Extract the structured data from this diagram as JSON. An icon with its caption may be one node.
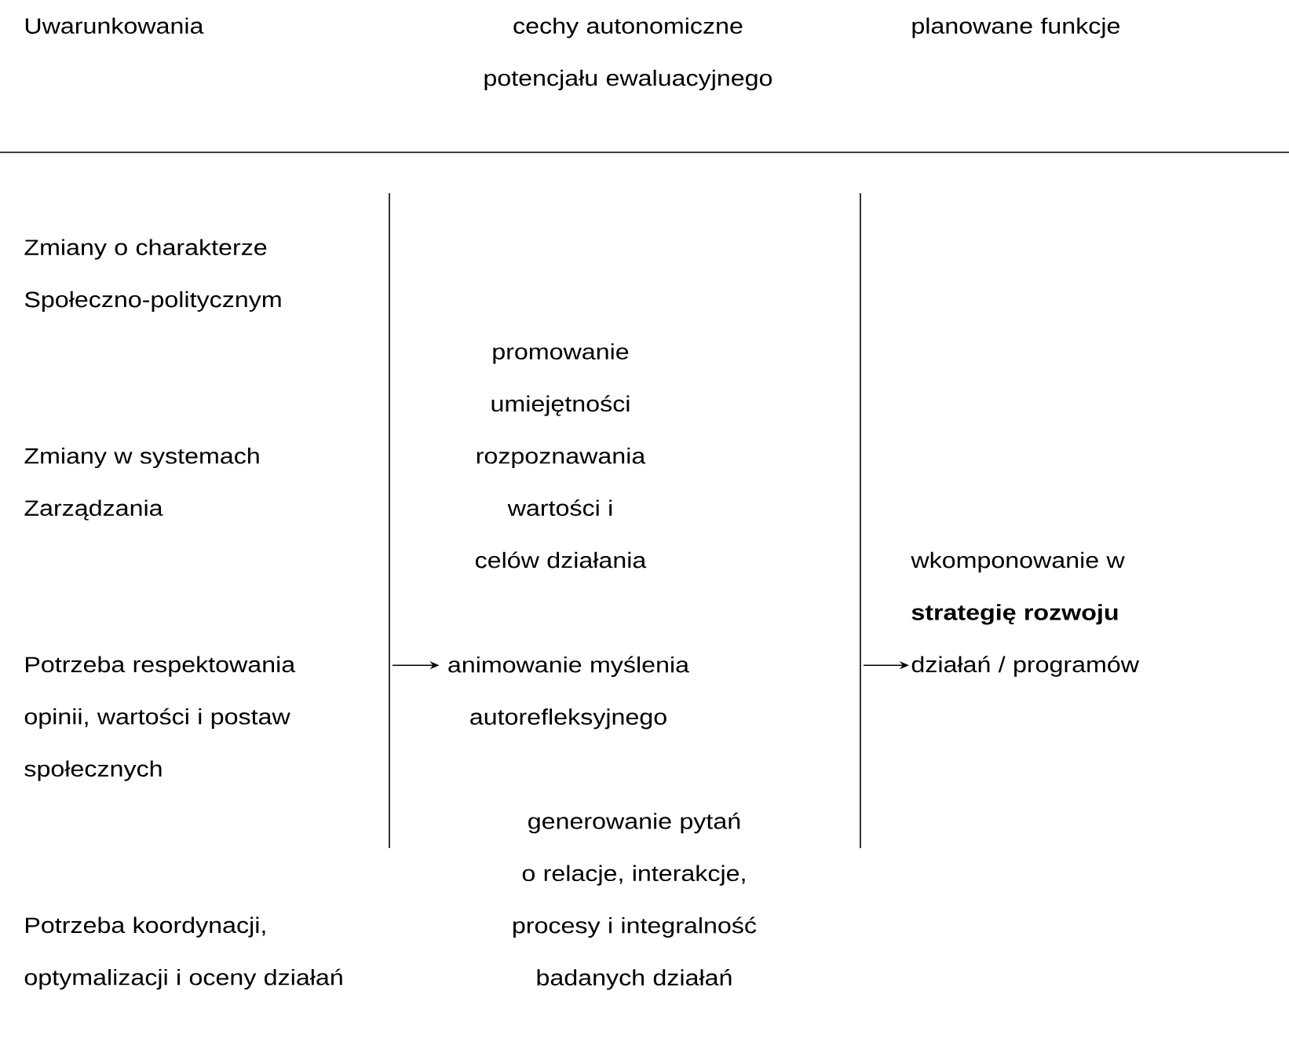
{
  "diagram": {
    "nodes": [
      {
        "text": [
          "animowanie myślenia autorefleksyjnego"
        ]
      },
      {
        "text": [
          "wkomponowanie w **strategię rozwoju** działań / programów"
        ]
      }
    ],
    "edges": [
      {
        "from": null,
        "to": 0,
        "arrow": "to"
      },
      {
        "from": null,
        "to": 1,
        "arrow": "to"
      }
    ],
    "labels": [
      "Uwarunkowania",
      "cechy autonomiczne potencjału ewaluacyjnego",
      "planowane funkcje",
      "Zmiany o charakterze Społeczno-politycznym",
      "promowanie umiejętności rozpoznawania wartości i celów działania",
      "Zmiany w systemach Zarządzania",
      "Potrzeba respektowania opinii, wartości i postaw społecznych",
      "generowanie pytań o relacje, interakcje, procesy i integralność badanych działań",
      "Potrzeba koordynacji, optymalizacji i oceny działań"
    ]
  }
}
